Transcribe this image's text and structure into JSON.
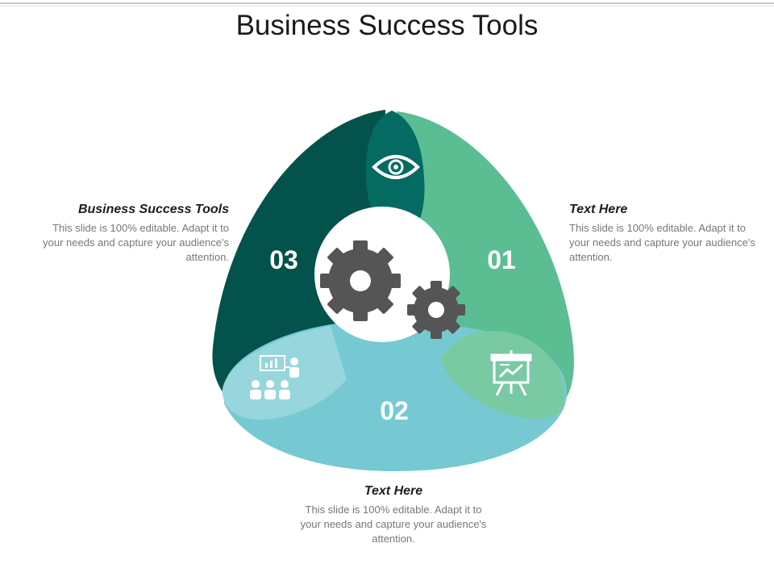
{
  "title": "Business Success Tools",
  "colors": {
    "segment_01": "#5bbd92",
    "segment_02": "#76c9d3",
    "segment_03": "#03524b",
    "overlap_top": "#056a62",
    "overlap_left": "#97d6dc",
    "overlap_right": "#79c9a3",
    "gear": "#555555"
  },
  "segments": [
    {
      "number": "01",
      "icon": "presentation-board-icon"
    },
    {
      "number": "02",
      "icon": ""
    },
    {
      "number": "03",
      "icon": "team-presentation-icon"
    }
  ],
  "center_icon": "gears-icon",
  "top_icon": "eye-icon",
  "text_blocks": {
    "left": {
      "heading": "Business Success Tools",
      "body": "This slide is 100% editable. Adapt it to your needs and capture your audience's attention."
    },
    "right": {
      "heading": "Text Here",
      "body": "This slide is 100% editable. Adapt it to your needs and capture your audience's attention."
    },
    "bottom": {
      "heading": "Text Here",
      "body": "This slide is 100% editable. Adapt it to your needs and capture your audience's attention."
    }
  }
}
